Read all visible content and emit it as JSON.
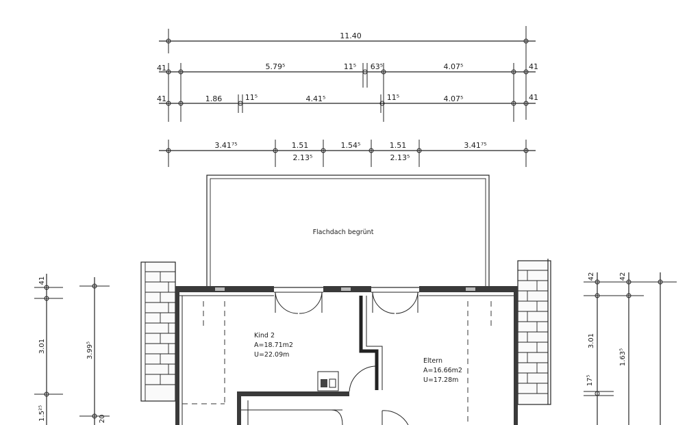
{
  "dimensions_top": {
    "row1": [
      "11.40"
    ],
    "row2": [
      "41",
      "5.79⁵",
      "11⁵",
      "63⁵",
      "4.07⁵",
      "41"
    ],
    "row3": [
      "41",
      "1.86",
      "11⁵",
      "4.41⁵",
      "11⁵",
      "4.07⁵",
      "41"
    ],
    "row4_upper": [
      "3.41⁷⁵",
      "1.51",
      "1.54⁵",
      "1.51",
      "3.41⁷⁵"
    ],
    "row4_lower": [
      "2.13⁵",
      "2.13⁵"
    ]
  },
  "dimensions_left": [
    "41",
    "3.01",
    "3.99⁵",
    "1.5²⁵",
    "20"
  ],
  "dimensions_right": [
    "42",
    "42",
    "3.01",
    "1.63⁵",
    "17⁵"
  ],
  "labels": {
    "roof": "Flachdach begrünt",
    "room_left": {
      "name": "Kind 2",
      "area": "A=18.71m2",
      "perimeter": "U=22.09m"
    },
    "room_right": {
      "name": "Eltern",
      "area": "A=16.66m2",
      "perimeter": "U=17.28m"
    }
  }
}
